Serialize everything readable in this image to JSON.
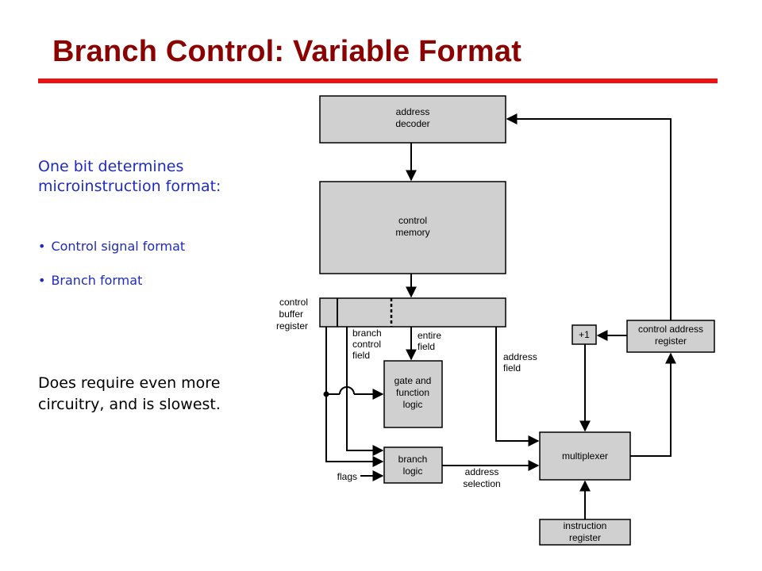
{
  "slide": {
    "title": "Branch Control: Variable Format",
    "intro": "One bit determines microinstruction format:",
    "bullets": [
      "Control signal format",
      "Branch format"
    ],
    "closing": "Does require even more circuitry, and is slowest."
  },
  "diagram": {
    "address_decoder": [
      "address",
      "decoder"
    ],
    "control_memory": [
      "control",
      "memory"
    ],
    "control_buffer_register": [
      "control",
      "buffer",
      "register"
    ],
    "branch_control_field": [
      "branch",
      "control",
      "field"
    ],
    "entire_field": [
      "entire",
      "field"
    ],
    "address_field": [
      "address",
      "field"
    ],
    "gate_function_logic": [
      "gate and",
      "function",
      "logic"
    ],
    "branch_logic": [
      "branch",
      "logic"
    ],
    "flags": "flags",
    "address_selection": [
      "address",
      "selection"
    ],
    "multiplexer": "multiplexer",
    "plus_one": "+1",
    "control_address_register": [
      "control address",
      "register"
    ],
    "instruction_register": [
      "instruction",
      "register"
    ]
  },
  "colors": {
    "title": "#8b0000",
    "rule": "#ee1111",
    "body_text": "#1f2bbd",
    "box_fill": "#d0d0d0"
  }
}
